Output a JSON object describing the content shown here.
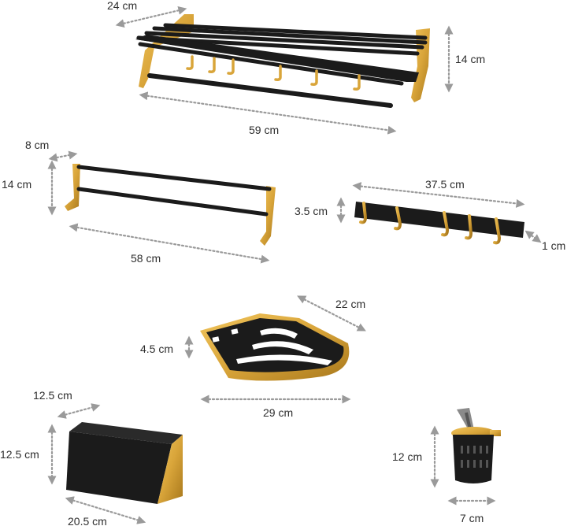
{
  "colors": {
    "black": "#1b1b1b",
    "gold": "#d9a53a",
    "gold_dark": "#b07f1e",
    "dots": "#9a9a9a",
    "text": "#2e2e2e"
  },
  "dimensions": {
    "towel_rack_depth": "24 cm",
    "towel_rack_height": "14 cm",
    "towel_rack_width": "59 cm",
    "towel_bar_depth": "8 cm",
    "towel_bar_height": "14 cm",
    "towel_bar_width": "58 cm",
    "hook_rail_width": "37.5 cm",
    "hook_rail_height": "3.5 cm",
    "hook_rail_thickness": "1 cm",
    "corner_shelf_side": "22 cm",
    "corner_shelf_height": "4.5 cm",
    "corner_shelf_width": "29 cm",
    "tissue_box_depth": "12.5 cm",
    "tissue_box_height": "12.5 cm",
    "tissue_box_width": "20.5 cm",
    "razor_cup_height": "12 cm",
    "razor_cup_width": "7 cm"
  }
}
